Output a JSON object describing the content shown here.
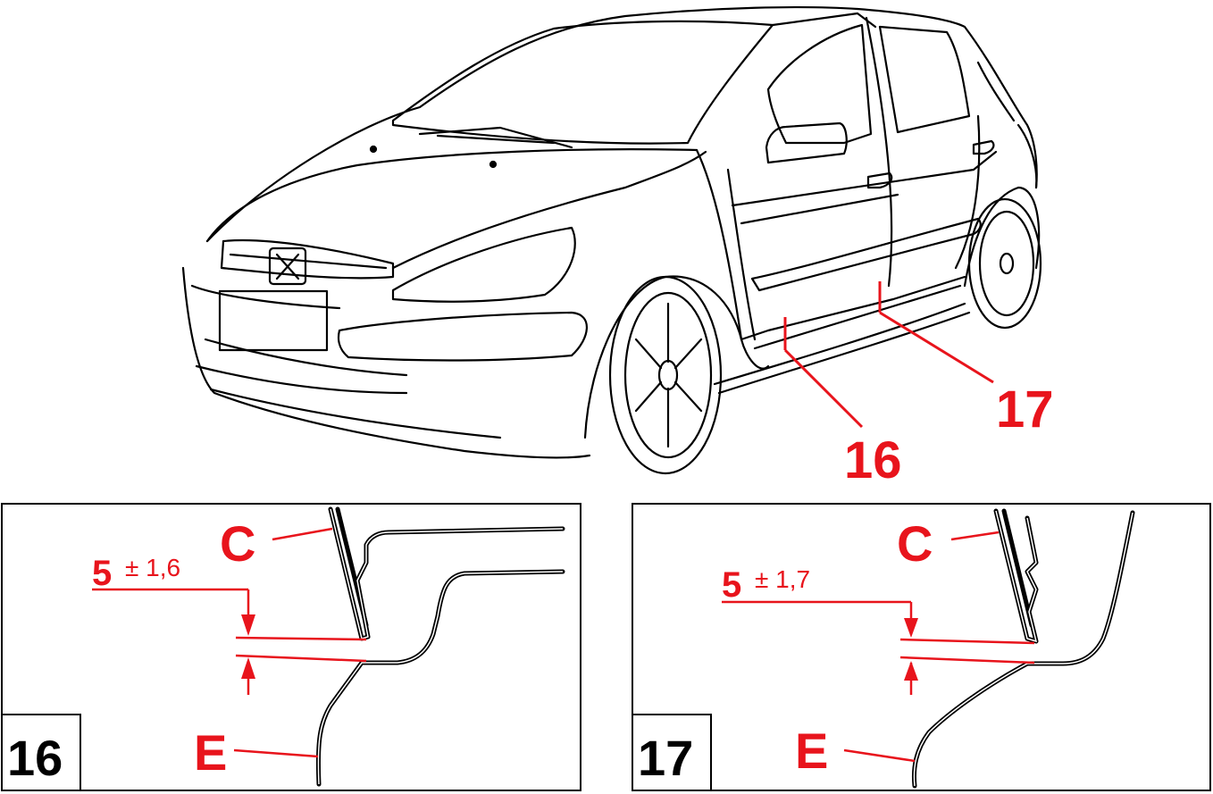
{
  "callouts": {
    "front": "16",
    "rear": "17"
  },
  "detail_16": {
    "box_label": "16",
    "part_c": "C",
    "part_e": "E",
    "dim_value": "5",
    "dim_tol": "± 1,6"
  },
  "detail_17": {
    "box_label": "17",
    "part_c": "C",
    "part_e": "E",
    "dim_value": "5",
    "dim_tol": "± 1,7"
  },
  "colors": {
    "annotation": "#e8141c",
    "line": "#000000"
  }
}
